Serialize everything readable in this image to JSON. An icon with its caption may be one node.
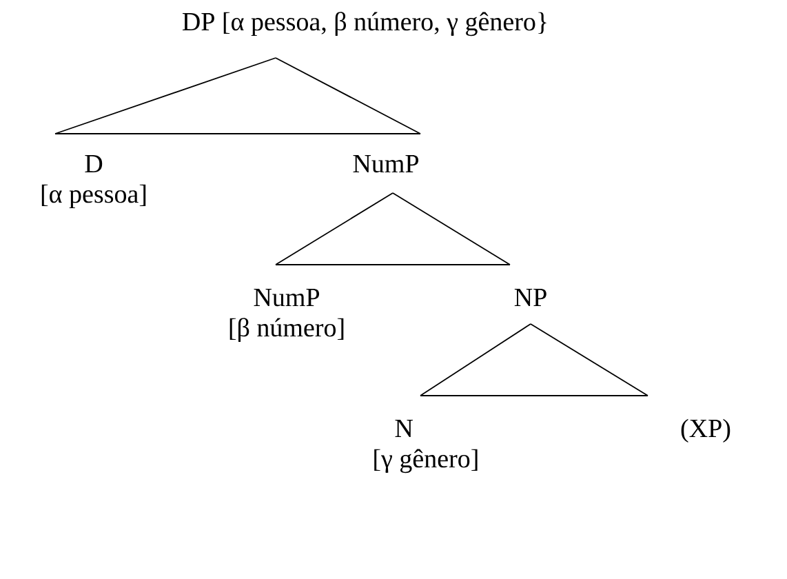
{
  "diagram": {
    "nodes": [
      {
        "text": [
          "DP [α pessoa, β número, γ gênero}"
        ]
      },
      {
        "text": [
          "D",
          "[α pessoa]"
        ]
      },
      {
        "text": [
          "NumP"
        ]
      },
      {
        "text": [
          "NumP",
          "[β número]"
        ]
      },
      {
        "text": [
          "NP"
        ]
      },
      {
        "text": [
          "N",
          "[γ gênero]"
        ]
      },
      {
        "text": [
          "(XP)"
        ]
      }
    ],
    "edges": [
      {
        "from": 0,
        "to": 1,
        "arrow": "none"
      },
      {
        "from": 0,
        "to": 2,
        "arrow": "none"
      },
      {
        "from": 1,
        "to": 2,
        "arrow": "none"
      },
      {
        "from": 2,
        "to": 3,
        "arrow": "none"
      },
      {
        "from": 2,
        "to": 4,
        "arrow": "none"
      },
      {
        "from": 3,
        "to": 4,
        "arrow": "none"
      },
      {
        "from": 4,
        "to": 5,
        "arrow": "none"
      },
      {
        "from": 4,
        "to": 6,
        "arrow": "none"
      },
      {
        "from": 5,
        "to": 6,
        "arrow": "none"
      }
    ]
  }
}
